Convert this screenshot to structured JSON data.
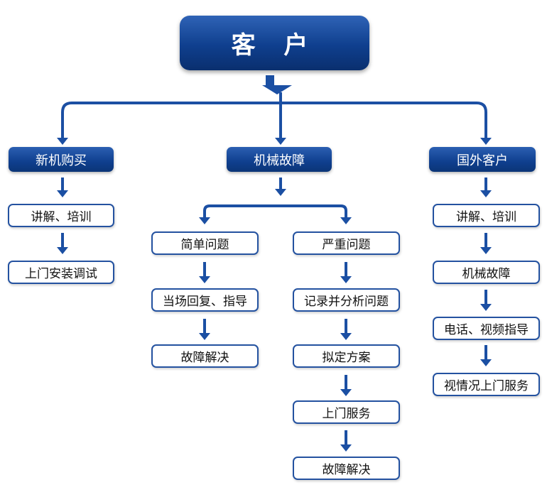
{
  "root": {
    "label": "客 户"
  },
  "branches": {
    "new_purchase": {
      "title": "新机购买",
      "steps": [
        "讲解、培训",
        "上门安装调试"
      ]
    },
    "mechanical_failure": {
      "title": "机械故障",
      "minor": {
        "title": "简单问题",
        "steps": [
          "当场回复、指导",
          "故障解决"
        ]
      },
      "serious": {
        "title": "严重问题",
        "steps": [
          "记录并分析问题",
          "拟定方案",
          "上门服务",
          "故障解决"
        ]
      }
    },
    "foreign_customer": {
      "title": "国外客户",
      "steps": [
        "讲解、培训",
        "机械故障",
        "电话、视频指导",
        "视情况上门服务"
      ]
    }
  },
  "colors": {
    "primary": "#0f3f8e",
    "border": "#2452a0",
    "arrow": "#1b4fa3",
    "text_on_primary": "#ffffff",
    "text": "#111111"
  }
}
